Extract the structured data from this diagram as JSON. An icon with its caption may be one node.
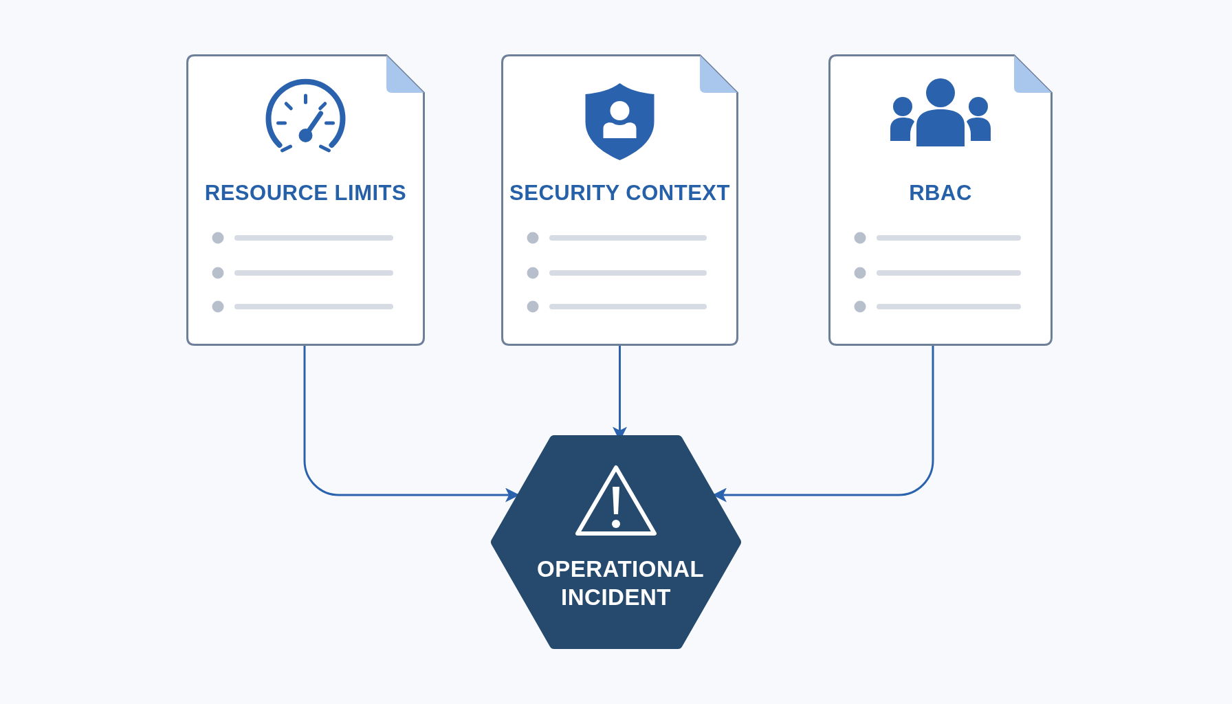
{
  "diagram": {
    "nodes": [
      {
        "text": [
          "RESOURCE LIMITS"
        ]
      },
      {
        "text": [
          "SECURITY CONTEXT"
        ]
      },
      {
        "text": [
          "RBAC"
        ]
      },
      {
        "text": [
          "OPERATIONAL INCIDENT"
        ]
      }
    ],
    "edges": [
      {
        "from": 0,
        "to": 3,
        "arrow": "to"
      },
      {
        "from": 1,
        "to": 3,
        "arrow": "to"
      },
      {
        "from": 2,
        "to": 3,
        "arrow": "to"
      }
    ]
  }
}
